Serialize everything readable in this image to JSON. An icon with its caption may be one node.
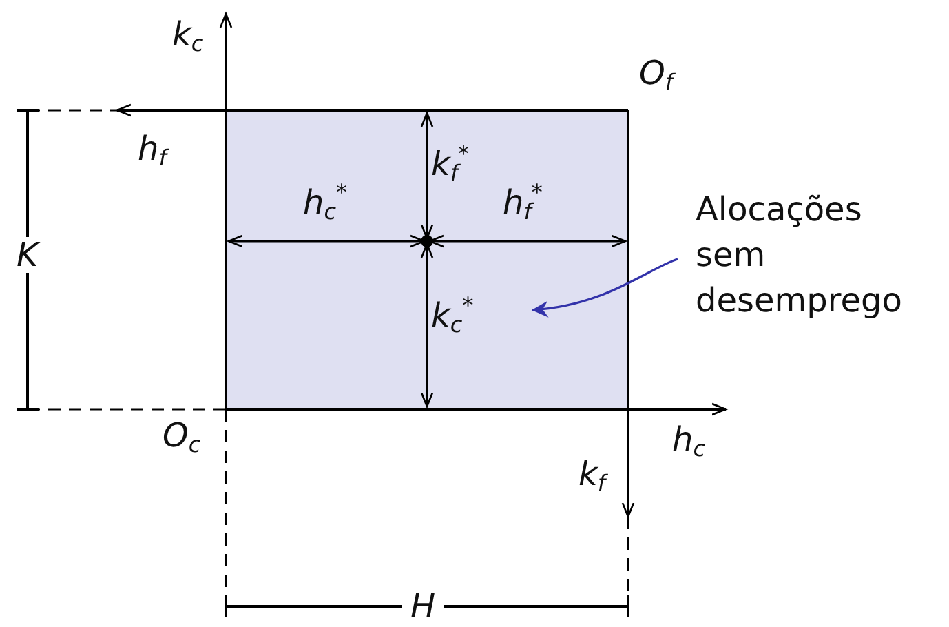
{
  "diagram": {
    "nodes": [
      {
        "text": [],
        "shape": "box"
      },
      {
        "text": [
          "Alocações sem desemprego"
        ]
      }
    ],
    "edges": [
      {
        "from": 1,
        "to": 0,
        "arrow": "to",
        "color": "#3333aa"
      }
    ],
    "labels": [
      "k$_{c}$",
      "O$_{f}$",
      "h$_{f}$",
      "k$_{f}$$^{*}$",
      "h$_{c}$$^{*}$",
      "h$_{f}$$^{*}$",
      "K",
      "k$_{c}$$^{*}$",
      "O$_{c}$",
      "h$_{c}$",
      "k$_{f}$",
      "H"
    ]
  }
}
